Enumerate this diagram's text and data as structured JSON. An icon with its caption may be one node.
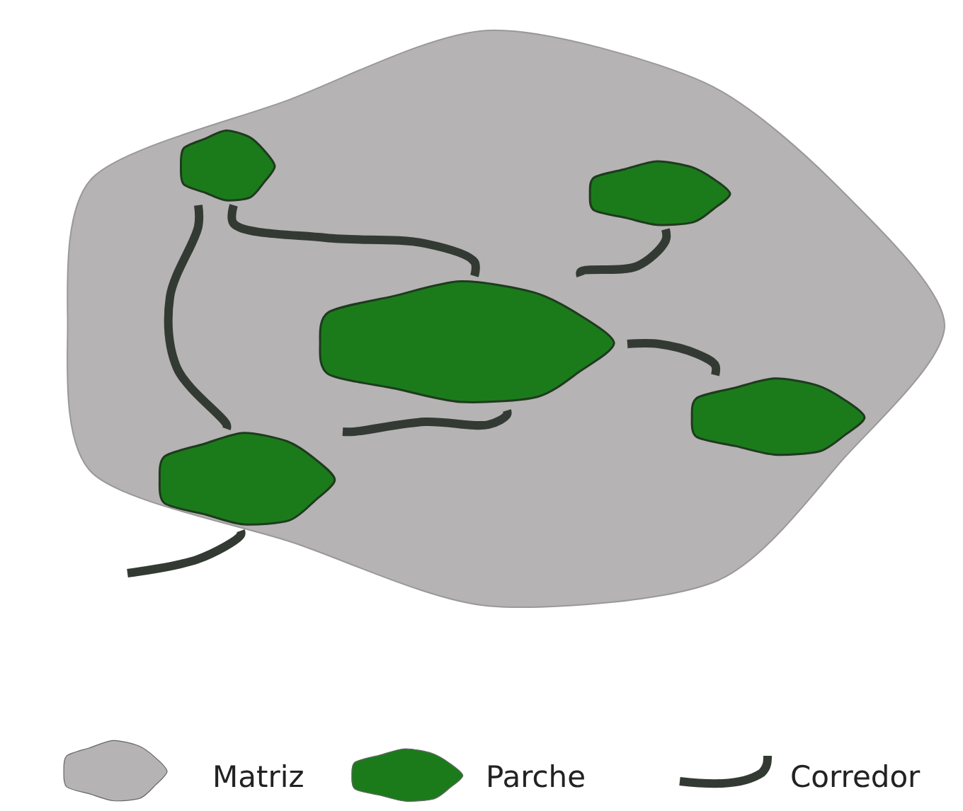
{
  "diagram": {
    "nodes": [
      {
        "text": [],
        "shape": "blob"
      },
      {
        "text": [],
        "shape": "blob",
        "in": 0
      },
      {
        "text": [],
        "shape": "blob",
        "in": 0
      },
      {
        "text": [],
        "shape": "blob",
        "in": 0
      },
      {
        "text": [],
        "shape": "blob",
        "in": 0
      },
      {
        "text": [],
        "shape": "blob",
        "in": 0
      }
    ],
    "edges": [
      {
        "from": 1,
        "to": 3,
        "arrow": "none"
      },
      {
        "from": 1,
        "to": 5,
        "arrow": "none"
      },
      {
        "from": 2,
        "to": 3,
        "arrow": "none"
      },
      {
        "from": 3,
        "to": 4,
        "arrow": "none"
      },
      {
        "from": 5,
        "to": 3,
        "arrow": "none"
      },
      {
        "from": null,
        "to": 5,
        "arrow": "none"
      }
    ],
    "legend": [
      {
        "text": "Matriz",
        "color": "#b5b3b3"
      },
      {
        "text": "Parche",
        "color": "#1b7b1b"
      },
      {
        "text": "Corredor"
      }
    ]
  }
}
